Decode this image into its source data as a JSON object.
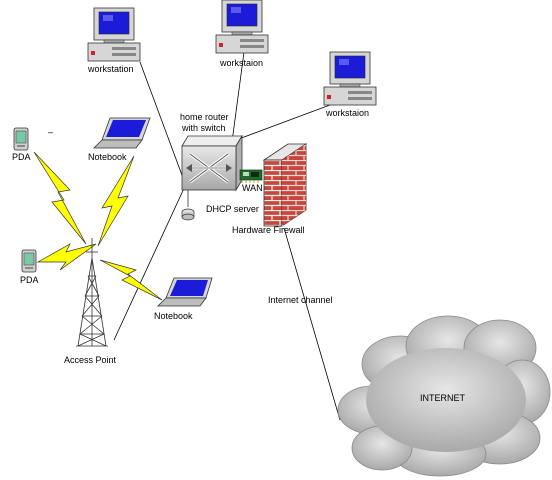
{
  "labels": {
    "workstation_1": "workstation",
    "workstation_2": "workstaion",
    "workstation_3": "workstaion",
    "router_line1": "home router",
    "router_line2": "with switch",
    "wan": "WAN",
    "dhcp": "DHCP server",
    "firewall": "Hardware Firewall",
    "pda_top": "PDA",
    "pda_bottom": "PDA",
    "notebook_top": "Notebook",
    "notebook_bottom": "Notebook",
    "access_point": "Access Point",
    "internet_channel": "Internet channel",
    "internet": "INTERNET",
    "dash": "–"
  },
  "colors": {
    "screen": "#1c1cd8",
    "computer_body": "#d6d6d6",
    "brick": "#c8483c",
    "mortar": "#f2f2f2",
    "bolt": "#ffff00",
    "cloud": "#bdbdbd",
    "router": "#d0d0d0",
    "pda_screen": "#7cc7a8"
  },
  "icons": [
    "computer-icon",
    "router-icon",
    "firewall-icon",
    "laptop-icon",
    "pda-icon",
    "antenna-tower-icon",
    "cloud-icon",
    "lightning-icon",
    "network-card-icon",
    "database-icon"
  ]
}
